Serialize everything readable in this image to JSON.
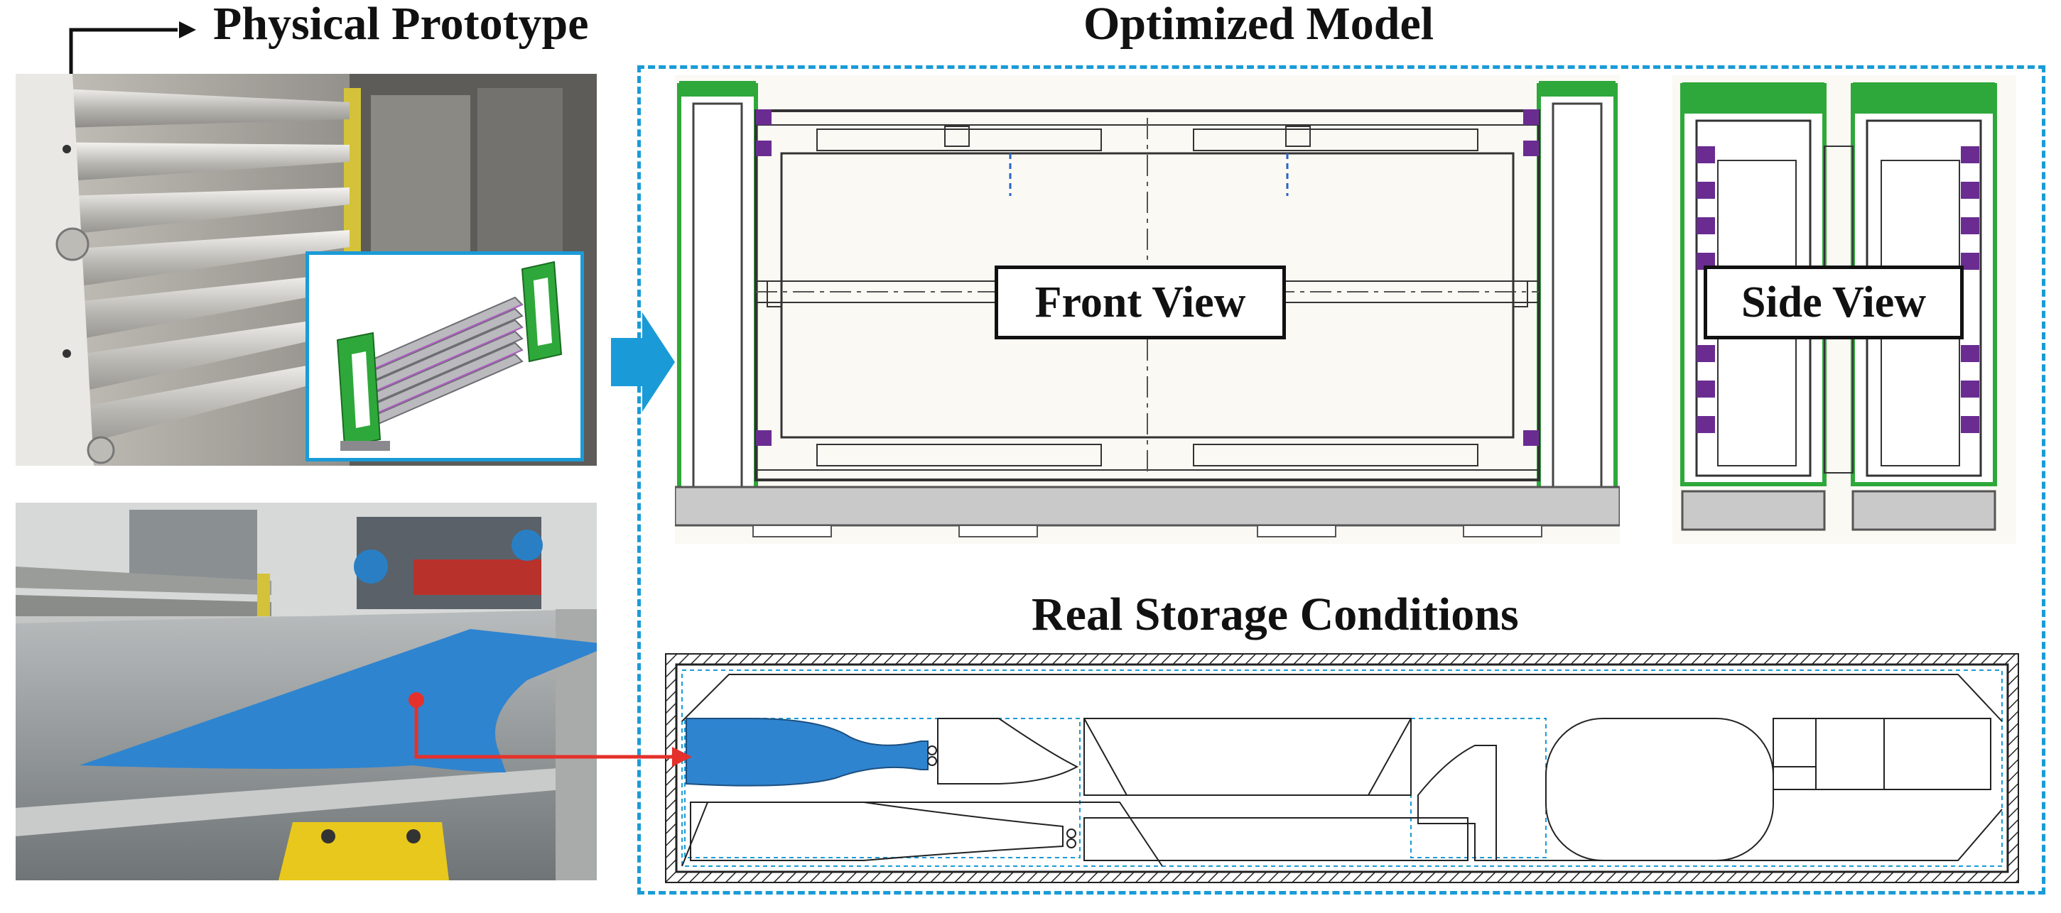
{
  "titles": {
    "physical_prototype": "Physical Prototype",
    "optimized_model": "Optimized Model",
    "real_storage": "Real Storage Conditions"
  },
  "labels": {
    "front_view": "Front View",
    "side_view": "Side View"
  },
  "colors": {
    "accent_blue": "#1a9bd7",
    "pattern_blue": "#3a7fc0",
    "frame_green": "#2ea83a",
    "clip_purple": "#6a2c91",
    "arrow_red": "#e5312b",
    "base_gray": "#c9c9c9"
  }
}
